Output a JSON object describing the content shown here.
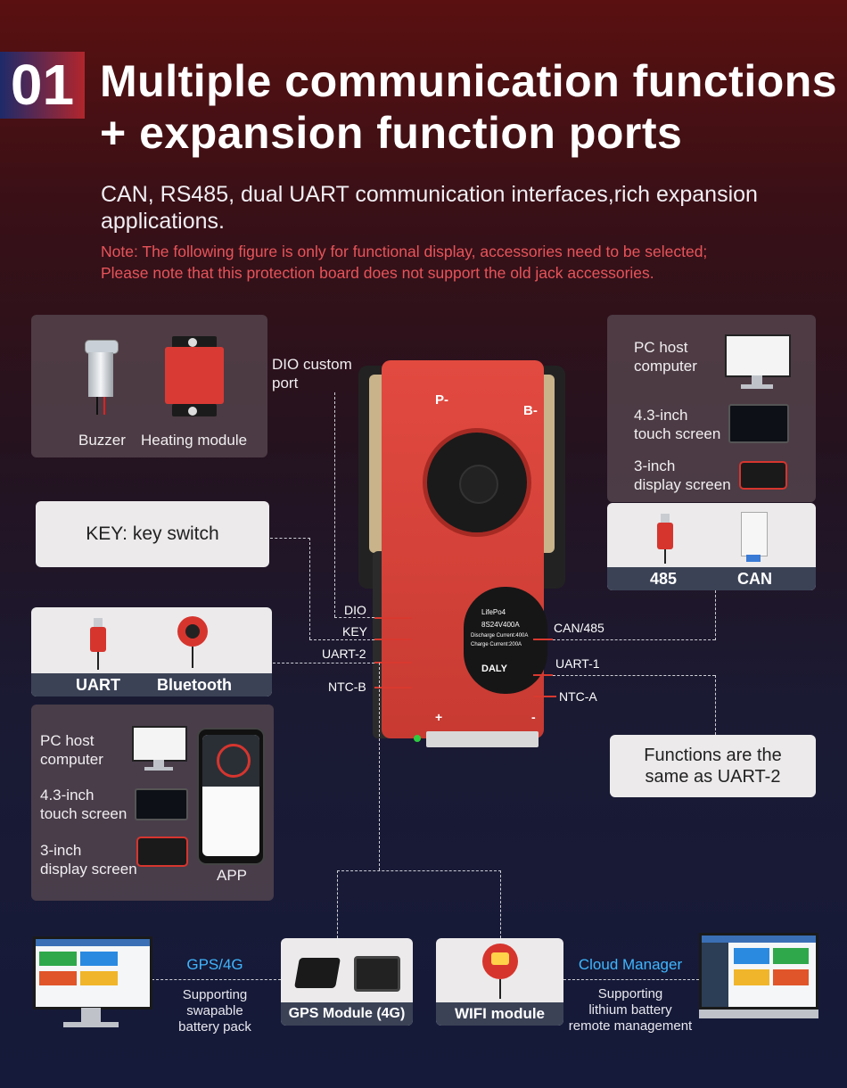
{
  "header": {
    "number": "01",
    "title_line1": "Multiple communication functions",
    "title_line2": "+ expansion function ports",
    "subtitle": "CAN, RS485, dual UART communication interfaces,rich expansion applications.",
    "note_line1": "Note: The following figure is only for functional display, accessories need to be selected;",
    "note_line2": "Please note that this protection board does not support the old jack accessories."
  },
  "dio_panel": {
    "buzzer": "Buzzer",
    "heating": "Heating module"
  },
  "dio_port_label_1": "DIO custom",
  "dio_port_label_2": "port",
  "key_box": "KEY: key switch",
  "uart_panel": {
    "uart": "UART",
    "bluetooth": "Bluetooth"
  },
  "left_devices": {
    "pc_1": "PC host",
    "pc_2": "computer",
    "touch_1": "4.3-inch",
    "touch_2": "touch screen",
    "disp_1": "3-inch",
    "disp_2": "display screen",
    "app": "APP"
  },
  "right_devices": {
    "pc_1": "PC host",
    "pc_2": "computer",
    "touch_1": "4.3-inch",
    "touch_2": "touch screen",
    "disp_1": "3-inch",
    "disp_2": "display screen",
    "rs485": "485",
    "can": "CAN"
  },
  "pins": {
    "dio": "DIO",
    "key": "KEY",
    "uart2": "UART-2",
    "ntcb": "NTC-B",
    "can485": "CAN/485",
    "uart1": "UART-1",
    "ntca": "NTC-A"
  },
  "board": {
    "p_minus": "P-",
    "b_minus": "B-",
    "plus": "+",
    "minus": "-",
    "brand": "DALY",
    "model": "LifePo4",
    "spec": "8S24V400A",
    "discharge": "Discharge Current:400A",
    "charge": "Charge Current:200A"
  },
  "functions_box_1": "Functions are the",
  "functions_box_2": "same as UART-2",
  "bottom": {
    "gps_title": "GPS/4G",
    "gps_desc_1": "Supporting",
    "gps_desc_2": "swapable",
    "gps_desc_3": "battery pack",
    "gps_module": "GPS Module (4G)",
    "wifi_module": "WIFI module",
    "cloud_title": "Cloud Manager",
    "cloud_desc_1": "Supporting",
    "cloud_desc_2": "lithium battery",
    "cloud_desc_3": "remote management"
  },
  "colors": {
    "accent_red": "#d8392f",
    "note_red": "#e8545a",
    "cyan": "#3fb6ff",
    "band": "#3b4256"
  }
}
